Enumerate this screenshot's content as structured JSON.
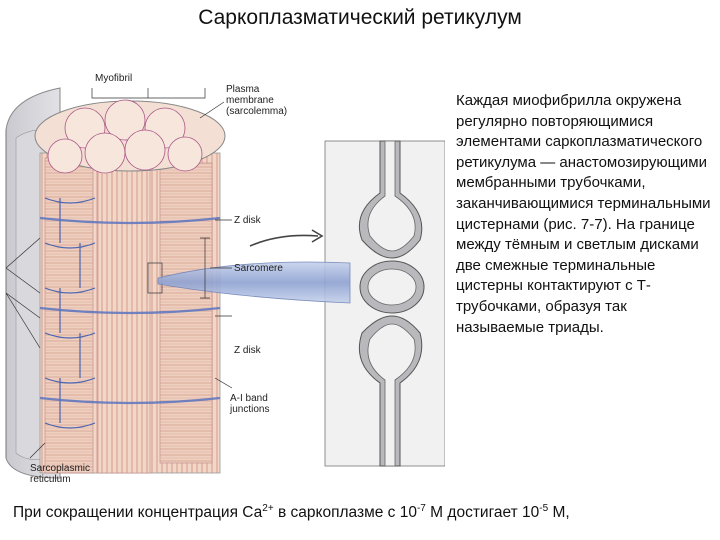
{
  "title": "Саркоплазматический ретикулум",
  "figure": {
    "labels": {
      "myofibril": "Myofibril",
      "plasma_membrane": "Plasma\nmembrane\n(sarcolemma)",
      "z_disk_top": "Z disk",
      "sarcomere": "Sarcomere",
      "z_disk_bottom": "Z disk",
      "ai_band_junctions": "A-I band\njunctions",
      "sarcoplasmic_reticulum": "Sarcoplasmic\nreticulum"
    }
  },
  "description": "Каждая миофибрилла окружена регулярно повторяющимися элементами саркоплазматического ретикулума — анастомозирующими мембранными трубочками, заканчивающимися терминальными цистернами (рис. 7-7). На границе между тёмным и светлым дисками две смежные терминальные цистерны контактируют с Т-трубочками, образуя так называемые триады.",
  "footer": {
    "prefix": "При сокращении концентрация Са",
    "ca_sup": "2+",
    "middle": " в саркоплазме с 10",
    "exp1": "-7",
    "middle2": " М достигает 10",
    "exp2": "-5",
    "suffix": " М,"
  }
}
